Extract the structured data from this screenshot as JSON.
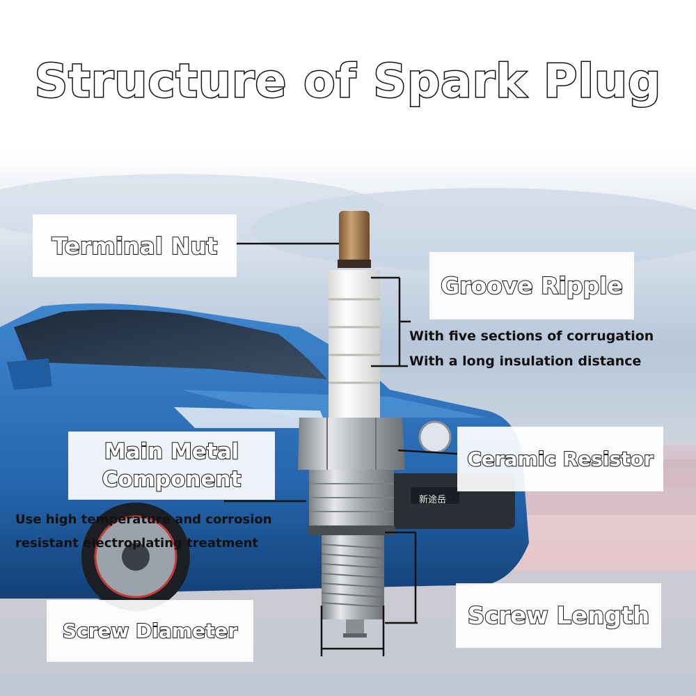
{
  "title": "Structure of Spark Plug",
  "labels": {
    "terminal_nut": "Terminal Nut",
    "groove_ripple": "Groove Ripple",
    "main_metal_line1": "Main Metal",
    "main_metal_line2": "Component",
    "ceramic_resistor": "Ceramic Resistor",
    "screw_length": "Screw Length",
    "screw_diameter": "Screw Diameter"
  },
  "notes": {
    "groove_1": "With five sections of corrugation",
    "groove_2": "With a long insulation distance",
    "main_1": "Use high temperature and corrosion",
    "main_2": "resistant electroplating treatment"
  },
  "car_badge": "新途岳",
  "colors": {
    "car_body": "#2a6fb8",
    "sky": "#c7d4e4",
    "sea": "#d9b9c2",
    "insulator": "#f4f4f2",
    "metal": "#b9bcc0"
  }
}
